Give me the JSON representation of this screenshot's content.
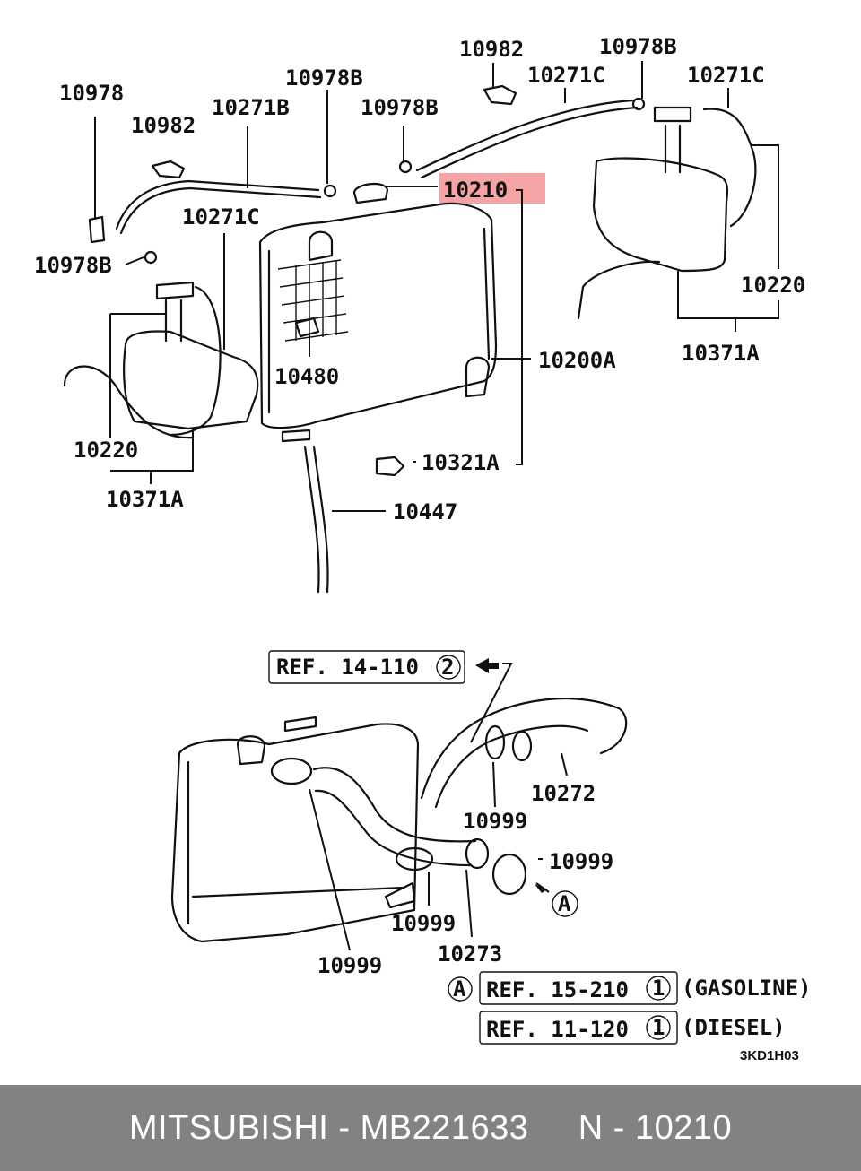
{
  "diagram": {
    "callouts": {
      "c10978": "10978",
      "c10982_left": "10982",
      "c10271B": "10271B",
      "c10978B_top": "10978B",
      "c10978B_mid": "10978B",
      "c10982_top": "10982",
      "c10978B_right": "10978B",
      "c10271C_top": "10271C",
      "c10271C_right": "10271C",
      "c10271C_left": "10271C",
      "c10978B_left": "10978B",
      "c10210": "10210",
      "c10220_right": "10220",
      "c10371A_right": "10371A",
      "c10200A": "10200A",
      "c10480": "10480",
      "c10220_left": "10220",
      "c10371A_left": "10371A",
      "c10321A": "10321A",
      "c10447": "10447",
      "c10272": "10272",
      "c10999_a": "10999",
      "c10999_b": "10999",
      "c10999_c": "10999",
      "c10999_d": "10999",
      "c10273": "10273"
    },
    "highlight_color": "#f4a4a4",
    "ref_top": {
      "text": "REF. 14-110",
      "circle": "2"
    },
    "ref_gasoline": {
      "marker": "A",
      "text": "REF. 15-210",
      "circle": "1",
      "note": "(GASOLINE)"
    },
    "ref_diesel": {
      "text": "REF. 11-120",
      "circle": "1",
      "note": "(DIESEL)"
    },
    "marker_a": "A",
    "drawing_code": "3KD1H03"
  },
  "footer": {
    "brand": "MITSUBISHI",
    "sep1": " - ",
    "part_number": "MB221633",
    "gap": "     ",
    "position_label": "N",
    "sep2": " - ",
    "position_number": "10210",
    "background": "#828282"
  }
}
